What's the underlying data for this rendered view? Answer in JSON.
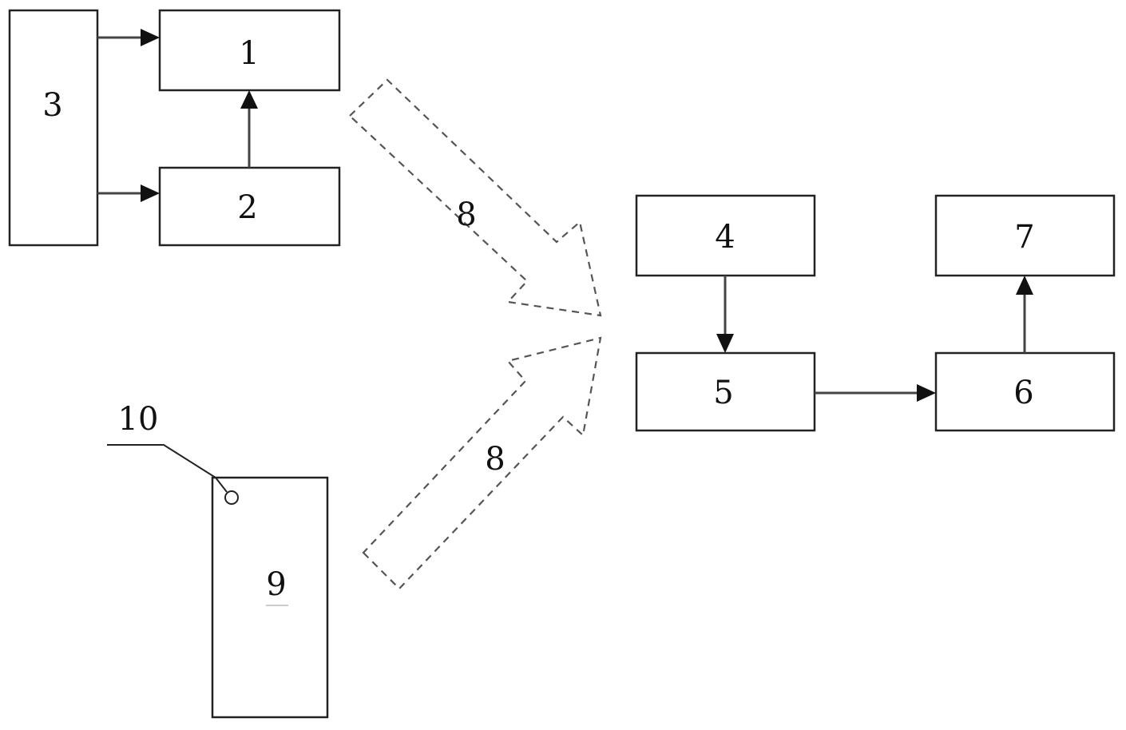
{
  "labels": {
    "b1": "1",
    "b2": "2",
    "b3": "3",
    "b4": "4",
    "b5": "5",
    "b6": "6",
    "b7": "7",
    "b8_upper": "8",
    "b8_lower": "8",
    "b9": "9",
    "b10": "10"
  }
}
